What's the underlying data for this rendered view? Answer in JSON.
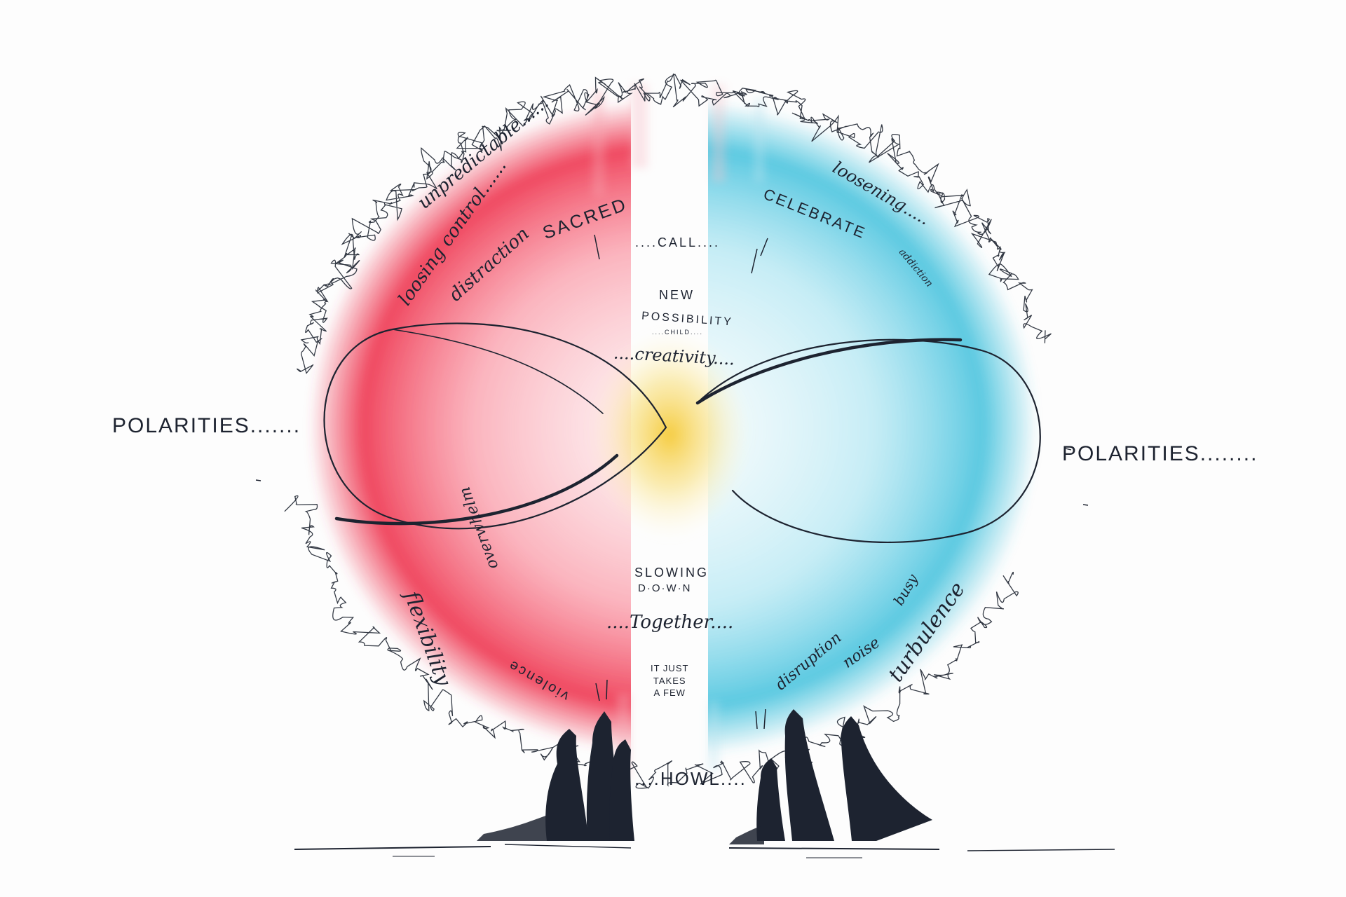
{
  "colors": {
    "warm_wash": "#ef3f58",
    "cool_wash": "#3fc0dc",
    "center_glow": "#f5d24a",
    "ink": "#1d2330"
  },
  "labels": {
    "polarities_left": "POLARITIES.......",
    "polarities_right": "POLARITIES........",
    "unpredictable": "unpredictable......",
    "loosing_control": "loosing control......",
    "distraction": "distraction",
    "sacred": "SACRED",
    "call": "....CALL....",
    "new": "NEW",
    "possibility": "POSSIBILITY",
    "child": "....CHILD....",
    "creativity": "....creativity....",
    "celebrate": "CELEBRATE",
    "loosening": "loosening.....",
    "addiction": "addiction",
    "slowing": "SLOWING",
    "down": "D·O·W·N",
    "together": "....Together....",
    "it_just_takes_a_few": "IT JUST\nTAKES\nA FEW",
    "howl": "....HOWL....",
    "flexibility": "flexibility",
    "overwhelm": "overwhelm",
    "violence": "violence",
    "disruption": "disruption",
    "noise": "noise",
    "busy": "busy",
    "turbulence": "turbulence"
  }
}
